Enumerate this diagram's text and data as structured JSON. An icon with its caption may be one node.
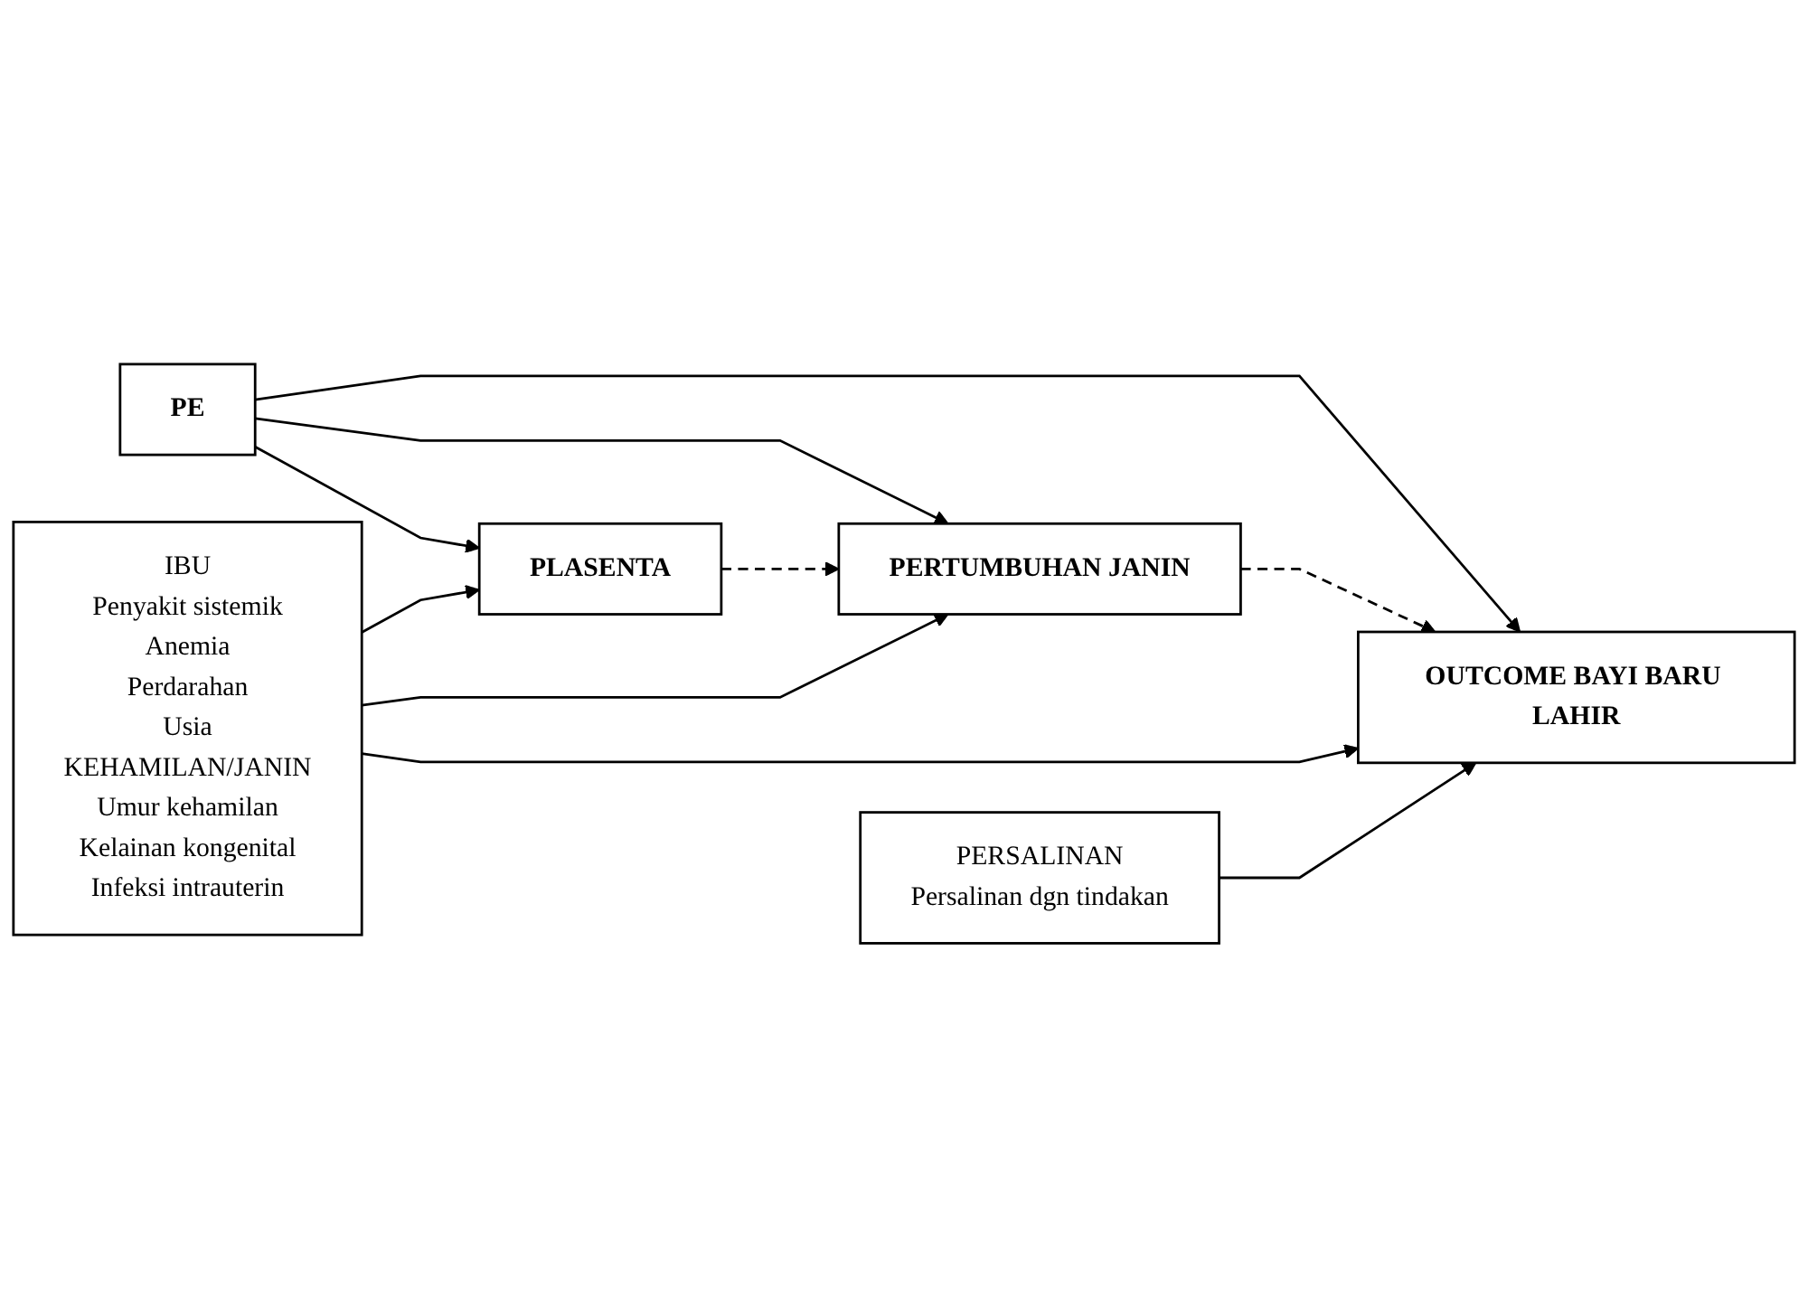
{
  "diagram": {
    "nodes": [
      {
        "text": [
          "PE"
        ]
      },
      {
        "text": [
          "PLASENTA"
        ]
      },
      {
        "text": [
          "PERTUMBUHAN JANIN"
        ]
      },
      {
        "text": [
          "OUTCOME BAYI BARU LAHIR"
        ]
      },
      {
        "text": [
          "IBU",
          "Penyakit sistemik",
          "Anemia",
          "Perdarahan",
          "Usia",
          "KEHAMILAN/JANIN",
          "Umur kehamilan",
          "Kelainan kongenital",
          "Infeksi intrauterin"
        ]
      },
      {
        "text": [
          "PERSALINAN",
          "Persalinan dgn tindakan"
        ]
      }
    ],
    "edges": [
      {
        "from": 0,
        "to": 1,
        "arrow": "to"
      },
      {
        "from": 0,
        "to": 2,
        "arrow": "to"
      },
      {
        "from": 0,
        "to": 3,
        "arrow": "to"
      },
      {
        "from": 1,
        "to": 2,
        "arrow": "to",
        "style": "dashed"
      },
      {
        "from": 2,
        "to": 3,
        "arrow": "to",
        "style": "dashed"
      },
      {
        "from": 4,
        "to": 1,
        "arrow": "to"
      },
      {
        "from": 4,
        "to": 2,
        "arrow": "to"
      },
      {
        "from": 4,
        "to": 3,
        "arrow": "to"
      },
      {
        "from": 5,
        "to": 3,
        "arrow": "to"
      }
    ]
  }
}
